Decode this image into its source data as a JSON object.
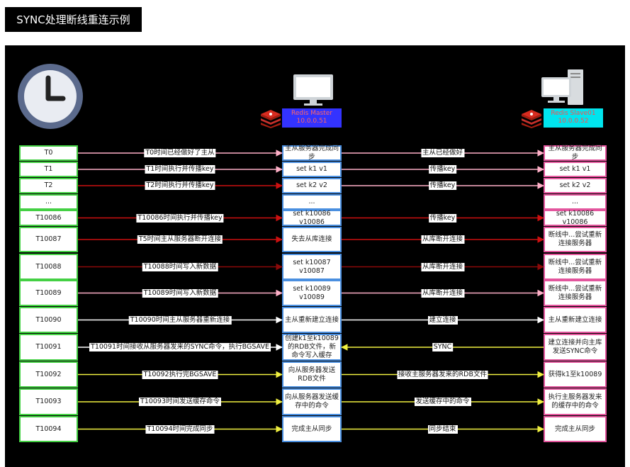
{
  "title": "SYNC处理断线重连示例",
  "master": {
    "name": "Redis Master",
    "ip": "10.0.0.51"
  },
  "slave": {
    "name": "Redis Slave01",
    "ip": "10.0.0.52"
  },
  "colors": {
    "time_border": "#44d044",
    "master_border": "#4a8fe0",
    "slave_border": "#e3559d",
    "arrow_pink": "#ffb0c8",
    "arrow_red": "#cc1010",
    "arrow_dark_red": "#8b0a0a",
    "arrow_white": "#ffffff",
    "arrow_yellow": "#f0f040"
  },
  "rows": [
    {
      "time": "T0",
      "left_label": "T0时间已经做好了主从",
      "master": "主从服务器完成同步",
      "right_label": "主从已经做好",
      "slave": "主从服务器完成同步",
      "lc": "arrow_pink",
      "rc": "arrow_pink",
      "rdir": "right"
    },
    {
      "time": "T1",
      "left_label": "T1时间执行并传播key",
      "master": "set k1 v1",
      "right_label": "传播key",
      "slave": "set k1 v1",
      "lc": "arrow_pink",
      "rc": "arrow_pink",
      "rdir": "right"
    },
    {
      "time": "T2",
      "left_label": "T2时间执行并传播key",
      "master": "set k2 v2",
      "right_label": "传播key",
      "slave": "set k2 v2",
      "lc": "arrow_red",
      "rc": "arrow_pink",
      "rdir": "right"
    },
    {
      "time": "...",
      "left_label": "",
      "master": "...",
      "right_label": "",
      "slave": "...",
      "lc": "",
      "rc": "",
      "rdir": ""
    },
    {
      "time": "T10086",
      "left_label": "T10086时间执行并传播key",
      "master": "set k10086 v10086",
      "right_label": "传播key",
      "slave": "set k10086 v10086",
      "lc": "arrow_red",
      "rc": "arrow_red",
      "rdir": "right"
    },
    {
      "time": "T10087",
      "left_label": "T5时间主从服务器断开连接",
      "master": "失去从库连接",
      "right_label": "从库断开连接",
      "slave": "断线中...尝试重新连接服务器",
      "lc": "arrow_red",
      "rc": "arrow_red",
      "rdir": "right"
    },
    {
      "time": "T10088",
      "left_label": "T10088时间写入新数据",
      "master": "set k10087 v10087",
      "right_label": "从库断开连接",
      "slave": "断线中...尝试重新连接服务器",
      "lc": "arrow_dark_red",
      "rc": "arrow_dark_red",
      "rdir": "right"
    },
    {
      "time": "T10089",
      "left_label": "T10089时间写入新数据",
      "master": "set k10089 v10089",
      "right_label": "从库断开连接",
      "slave": "断线中...尝试重新连接服务器",
      "lc": "arrow_pink",
      "rc": "arrow_pink",
      "rdir": "right"
    },
    {
      "time": "T10090",
      "left_label": "T10090时间主从服务器重新连接",
      "master": "主从重新建立连接",
      "right_label": "建立连接",
      "slave": "主从重新建立连接",
      "lc": "arrow_white",
      "rc": "arrow_white",
      "rdir": "right"
    },
    {
      "time": "T10091",
      "left_label": "T10091时间接收从服务器发来的SYNC命令，执行BGSAVE",
      "master": "创建k1至k10089的RDB文件，新命令写入缓存",
      "right_label": "SYNC",
      "slave": "建立连接并向主库发送SYNC命令",
      "lc": "arrow_white",
      "rc": "arrow_yellow",
      "rdir": "left"
    },
    {
      "time": "T10092",
      "left_label": "T10092执行完BGSAVE",
      "master": "向从服务器发送RDB文件",
      "right_label": "接收主服务器发来的RDB文件",
      "slave": "获得k1至k10089",
      "lc": "arrow_yellow",
      "rc": "arrow_yellow",
      "rdir": "right"
    },
    {
      "time": "T10093",
      "left_label": "T10093时间发送缓存命令",
      "master": "向从服务器发送缓存中的命令",
      "right_label": "发送缓存中的命令",
      "slave": "执行主服务器发来的缓存中的命令",
      "lc": "arrow_yellow",
      "rc": "arrow_yellow",
      "rdir": "right"
    },
    {
      "time": "T10094",
      "left_label": "T10094时间完成同步",
      "master": "完成主从同步",
      "right_label": "同步结束",
      "slave": "完成主从同步",
      "lc": "arrow_yellow",
      "rc": "arrow_yellow",
      "rdir": "right"
    }
  ]
}
